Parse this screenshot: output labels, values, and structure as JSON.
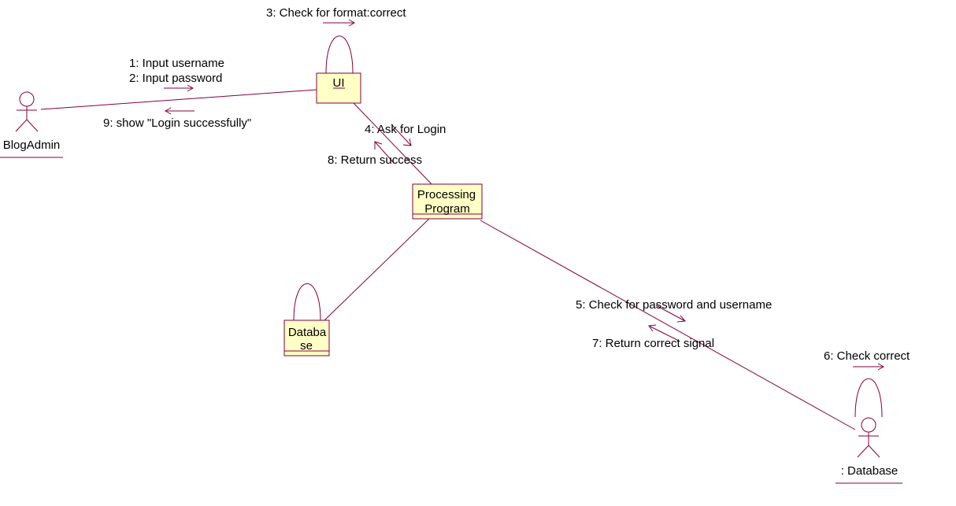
{
  "diagram": {
    "colors": {
      "line": "#800040",
      "box_fill": "#ffffc6",
      "text": "#000000"
    },
    "actors": {
      "blogadmin": "BlogAdmin",
      "database": ": Database"
    },
    "objects": {
      "ui": "UI",
      "processing_line1": "Processing",
      "processing_line2": "Program",
      "database_line1": "Databa",
      "database_line2": "se"
    },
    "messages": {
      "m1": "1: Input username",
      "m2": "2: Input password",
      "m3": "3: Check for format:correct",
      "m4": "4: Ask for Login",
      "m5": "5: Check for password and username",
      "m6": "6: Check correct",
      "m7": "7: Return correct signal",
      "m8": "8: Return success",
      "m9": "9: show \"Login successfully\""
    }
  }
}
